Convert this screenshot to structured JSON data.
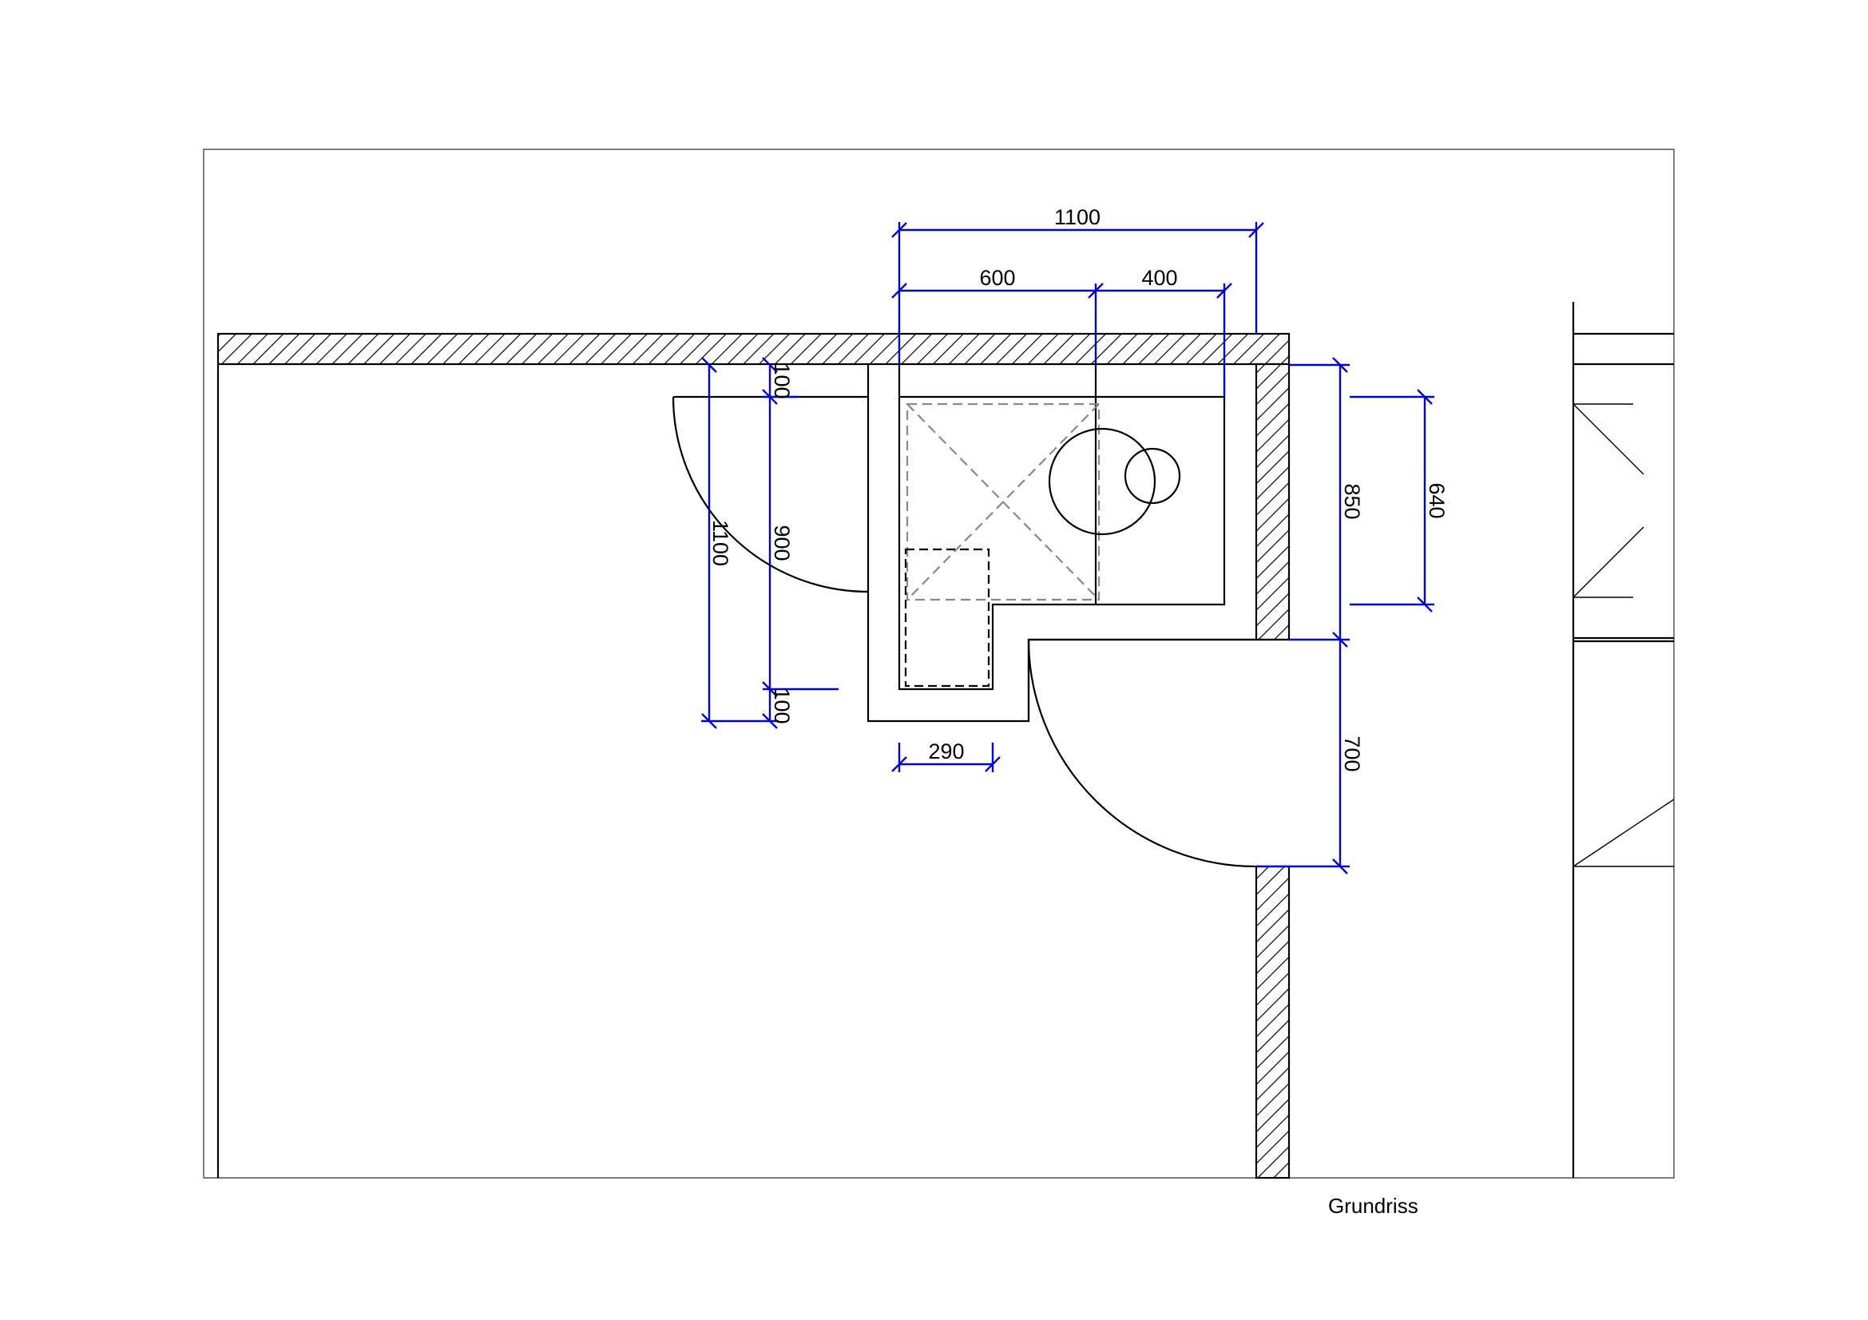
{
  "caption": "Grundriss",
  "dimensions": {
    "top_total": "1100",
    "top_left": "600",
    "top_right": "400",
    "vert_outer": "1100",
    "vert_inner": "900",
    "vert_top_gap": "100",
    "vert_bottom_gap": "100",
    "bottom_width": "290",
    "right_upper": "850",
    "right_inner": "640",
    "right_door": "700"
  },
  "colors": {
    "dimension": "#0000cc",
    "lines": "#000000",
    "hidden": "#888888"
  }
}
